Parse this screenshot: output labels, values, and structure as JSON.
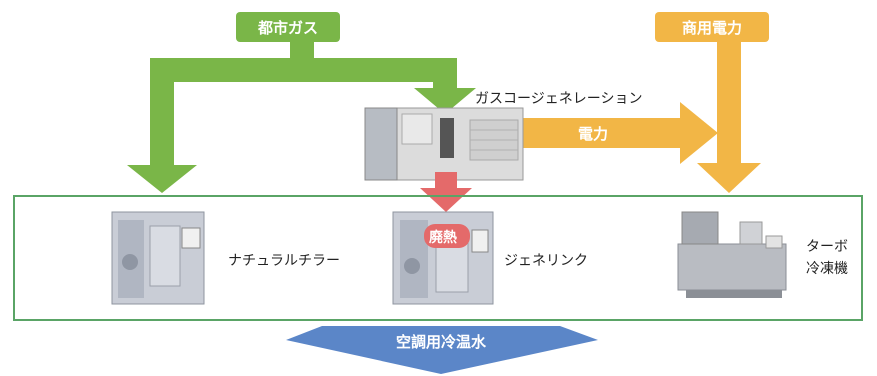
{
  "sources": {
    "city_gas": "都市ガス",
    "commercial_power": "商用電力"
  },
  "cogeneration": {
    "label": "ガスコージェネレーション",
    "power_label": "電力",
    "waste_heat_label": "廃熱"
  },
  "equipment": {
    "natural_chiller": "ナチュラルチラー",
    "gene_link": "ジェネリンク",
    "turbo_chiller_line1": "ターボ",
    "turbo_chiller_line2": "冷凍機"
  },
  "output": {
    "label": "空調用冷温水"
  },
  "colors": {
    "green": "#7ab648",
    "orange": "#f2b646",
    "red": "#e46a6a",
    "blue": "#5b86c8",
    "frame": "#5aa466"
  }
}
